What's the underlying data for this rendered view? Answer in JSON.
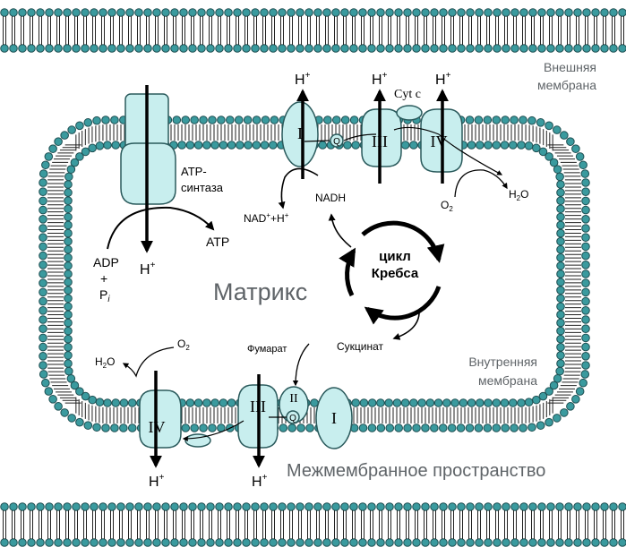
{
  "labels": {
    "outer_membrane_line1": "Внешняя",
    "outer_membrane_line2": "мембрана",
    "inner_membrane_line1": "Внутренняя",
    "inner_membrane_line2": "мембрана",
    "matrix": "Матрикс",
    "intermembrane_space": "Межмембранное пространство",
    "atp_synthase_line1": "ATP-",
    "atp_synthase_line2": "синтаза",
    "atp": "ATP",
    "adp": "ADP",
    "plus": "+",
    "pi_main": "P",
    "pi_sub": "i",
    "proton": "H",
    "proton_charge": "+",
    "nadh": "NADH",
    "nad_plus": "NAD",
    "nad_rest": "+H",
    "krebs_line1": "цикл",
    "krebs_line2": "Кребса",
    "fumarate": "Фумарат",
    "succinate": "Сукцинат",
    "cyt_c": "Cyt c",
    "q": "Q",
    "water_h": "H",
    "water_2": "2",
    "water_o": "O",
    "oxygen_o": "O",
    "oxygen_2": "2"
  },
  "complexes": {
    "I": "I",
    "II": "II",
    "III": "III",
    "IV": "IV"
  },
  "colors": {
    "membrane_head": "#3a9a9e",
    "membrane_head_stroke": "#1f4f52",
    "protein_fill": "#c8eeee",
    "protein_stroke": "#2a5a5c",
    "arrow": "#000000",
    "big_label": "#5f6468"
  }
}
